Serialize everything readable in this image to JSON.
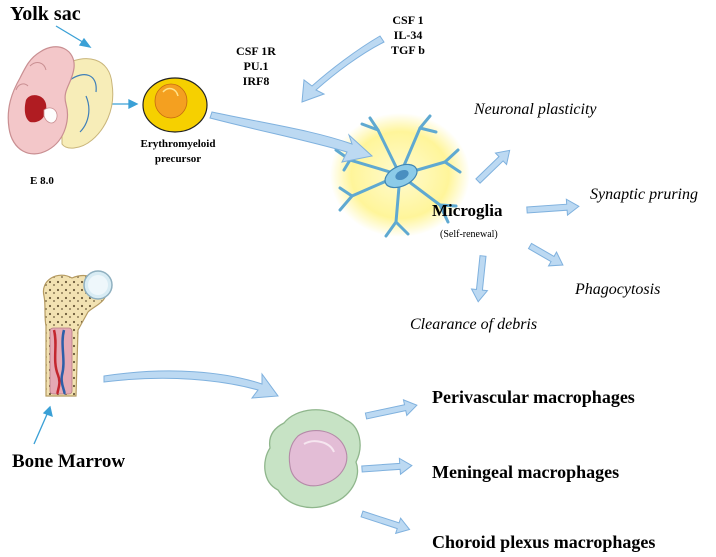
{
  "labels": {
    "yolk_sac": "Yolk sac",
    "stage": "E 8.0",
    "precursor_line1": "Erythromyeloid",
    "precursor_line2": "precursor",
    "factors_left": [
      "CSF 1R",
      "PU.1",
      "IRF8"
    ],
    "factors_right": [
      "CSF 1",
      "IL-34",
      "TGF b"
    ],
    "microglia": "Microglia",
    "self_renewal": "(Self-renewal)",
    "functions": {
      "neuronal_plasticity": "Neuronal plasticity",
      "synaptic_pruning": "Synaptic pruring",
      "phagocytosis": "Phagocytosis",
      "clearance": "Clearance of debris"
    },
    "bone_marrow": "Bone Marrow",
    "macrophages": {
      "perivascular": "Perivascular macrophages",
      "meningeal": "Meningeal macrophages",
      "choroid": "Choroid plexus macrophages"
    }
  },
  "colors": {
    "arrow_fill": "#bcd9f2",
    "arrow_stroke": "#7fb1de",
    "pointer": "#3aa0d6",
    "microglia_glow": "#fff7a6",
    "microglia_cell": "#8ccbe8",
    "macrophage": "#c7e3c5",
    "macrophage_nucleus": "#e3bdd6",
    "embryo": "#f3c7c9",
    "yolk": "#f7edb8",
    "precursor_outer": "#f6d000",
    "precursor_inner": "#f4a020",
    "bone": "#f2e2b2"
  },
  "icons": [
    "embryo-icon",
    "precursor-cell-icon",
    "microglia-cell-icon",
    "bone-icon",
    "macrophage-cell-icon"
  ]
}
